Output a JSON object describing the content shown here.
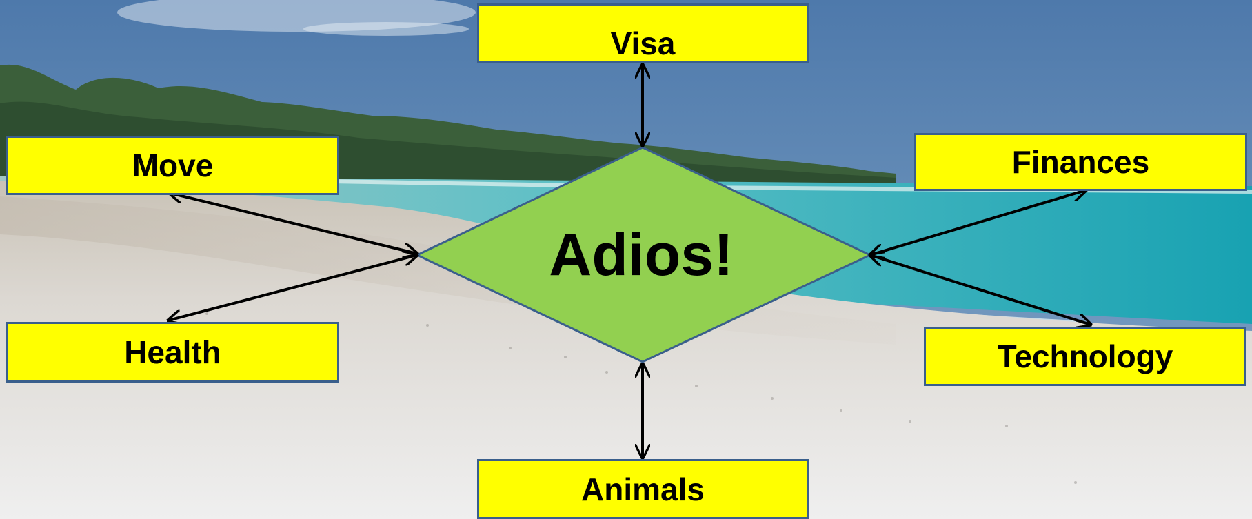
{
  "diagram": {
    "center": {
      "label": "Adios!",
      "fill": "#92d050",
      "stroke": "#3a5f8c"
    },
    "nodes": {
      "visa": "Visa",
      "move": "Move",
      "finances": "Finances",
      "health": "Health",
      "technology": "Technology",
      "animals": "Animals"
    },
    "node_fill": "#ffff00",
    "node_border": "#3a5f8c",
    "connector_color": "#000000",
    "connector_style": "double-headed arrow",
    "background": "beach-photo"
  }
}
